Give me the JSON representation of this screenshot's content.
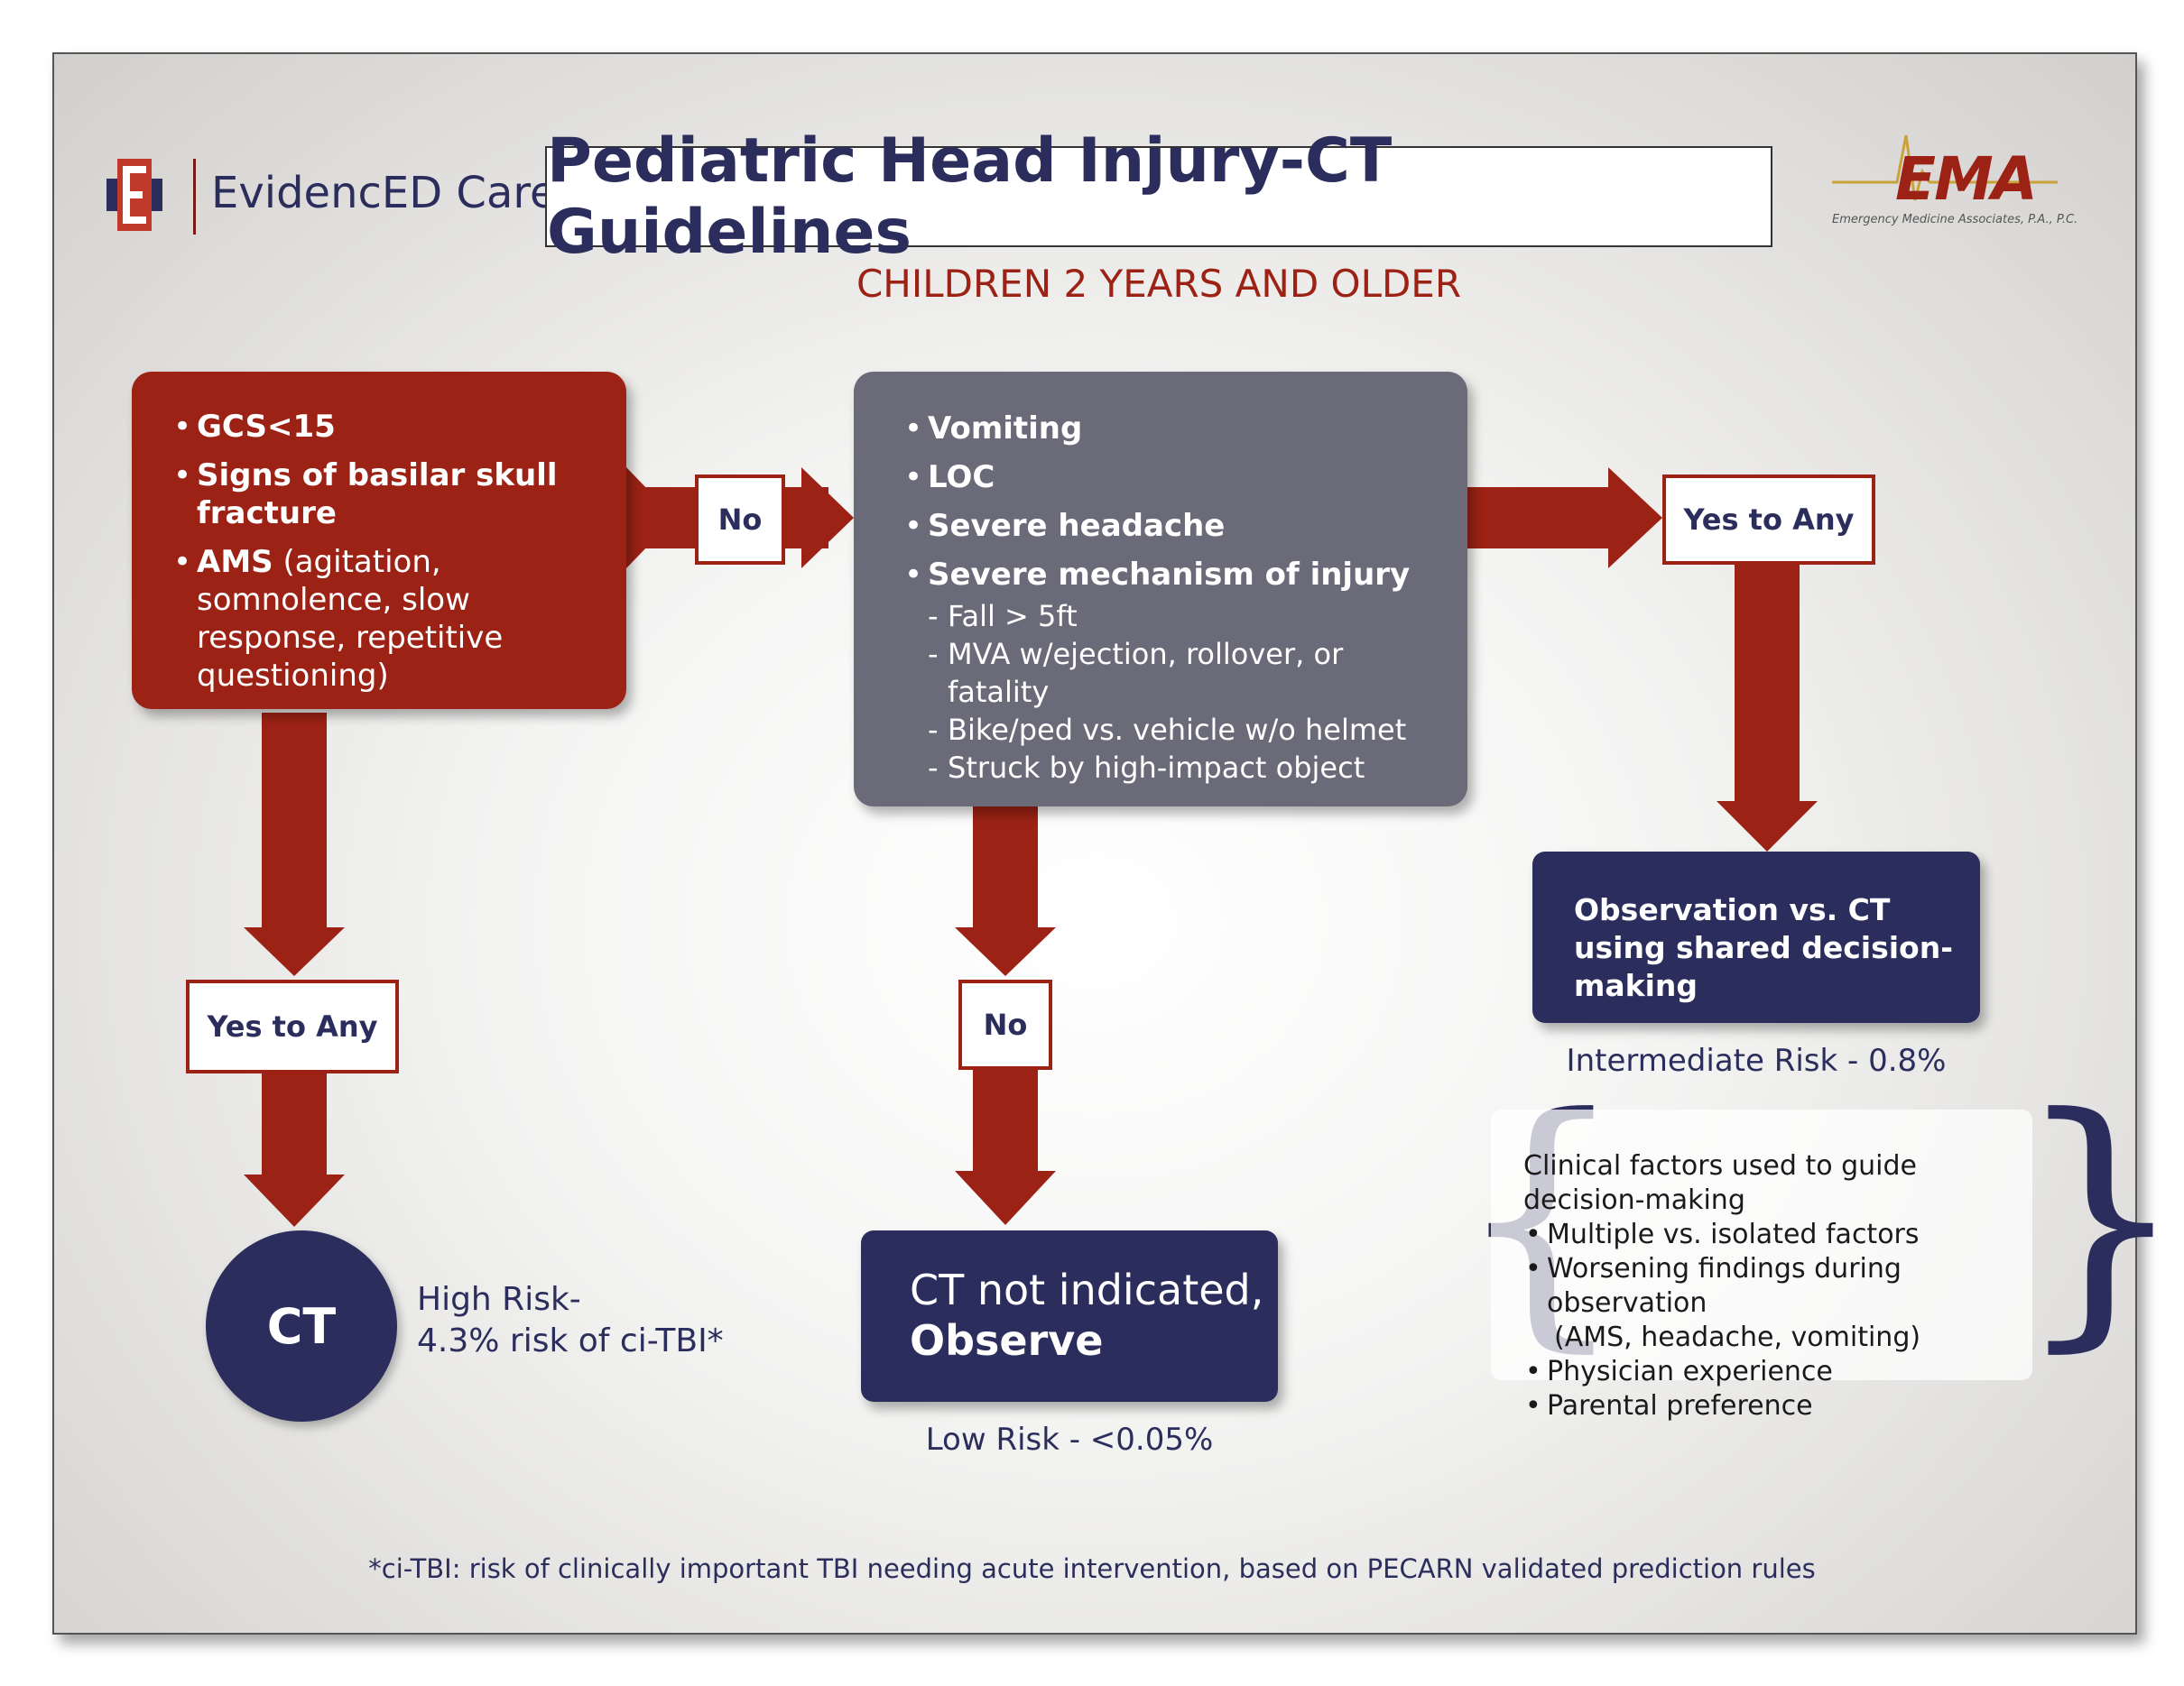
{
  "logos": {
    "left_text": "EvidencED Care",
    "left_letter": "E",
    "right_text": "EMA",
    "right_subtext": "Emergency Medicine Associates, P.A., P.C."
  },
  "header": {
    "title": "Pediatric Head Injury-CT Guidelines",
    "subtitle": "CHILDREN 2 YEARS AND OLDER"
  },
  "high_risk_box": {
    "items": [
      {
        "bold": "GCS<15",
        "rest": ""
      },
      {
        "bold": "Signs of basilar skull fracture",
        "rest": ""
      },
      {
        "bold": "AMS",
        "rest": " (agitation, somnolence, slow response, repetitive questioning)"
      }
    ]
  },
  "intermediate_box": {
    "items": [
      "Vomiting",
      "LOC",
      "Severe headache",
      "Severe mechanism of injury"
    ],
    "mechanisms": [
      "Fall > 5ft",
      "MVA w/ejection, rollover, or fatality",
      "Bike/ped vs. vehicle w/o helmet",
      "Struck by high-impact object"
    ]
  },
  "labels": {
    "no_1": "No",
    "no_2": "No",
    "yes_left": "Yes to Any",
    "yes_right": "Yes to Any"
  },
  "outcomes": {
    "ct": "CT",
    "ct_risk_line1": "High Risk-",
    "ct_risk_line2": "4.3% risk of ci-TBI*",
    "observe_line1": "CT not indicated,",
    "observe_line2": "Observe",
    "low_risk": "Low Risk - <0.05%",
    "shared_decision": "Observation vs. CT using shared decision-making",
    "intermediate_risk": "Intermediate Risk - 0.8%"
  },
  "factors": {
    "title": "Clinical factors used to guide decision-making",
    "items": [
      "Multiple vs. isolated factors",
      "Worsening findings during observation",
      "Physician experience",
      "Parental preference"
    ],
    "item2_detail": "(AMS, headache, vomiting)"
  },
  "footnote": "*ci-TBI: risk of clinically important TBI needing acute intervention, based on PECARN validated prediction rules",
  "colors": {
    "red": "#9b2214",
    "navy": "#2b2e5c",
    "gray": "#6a6a78"
  }
}
